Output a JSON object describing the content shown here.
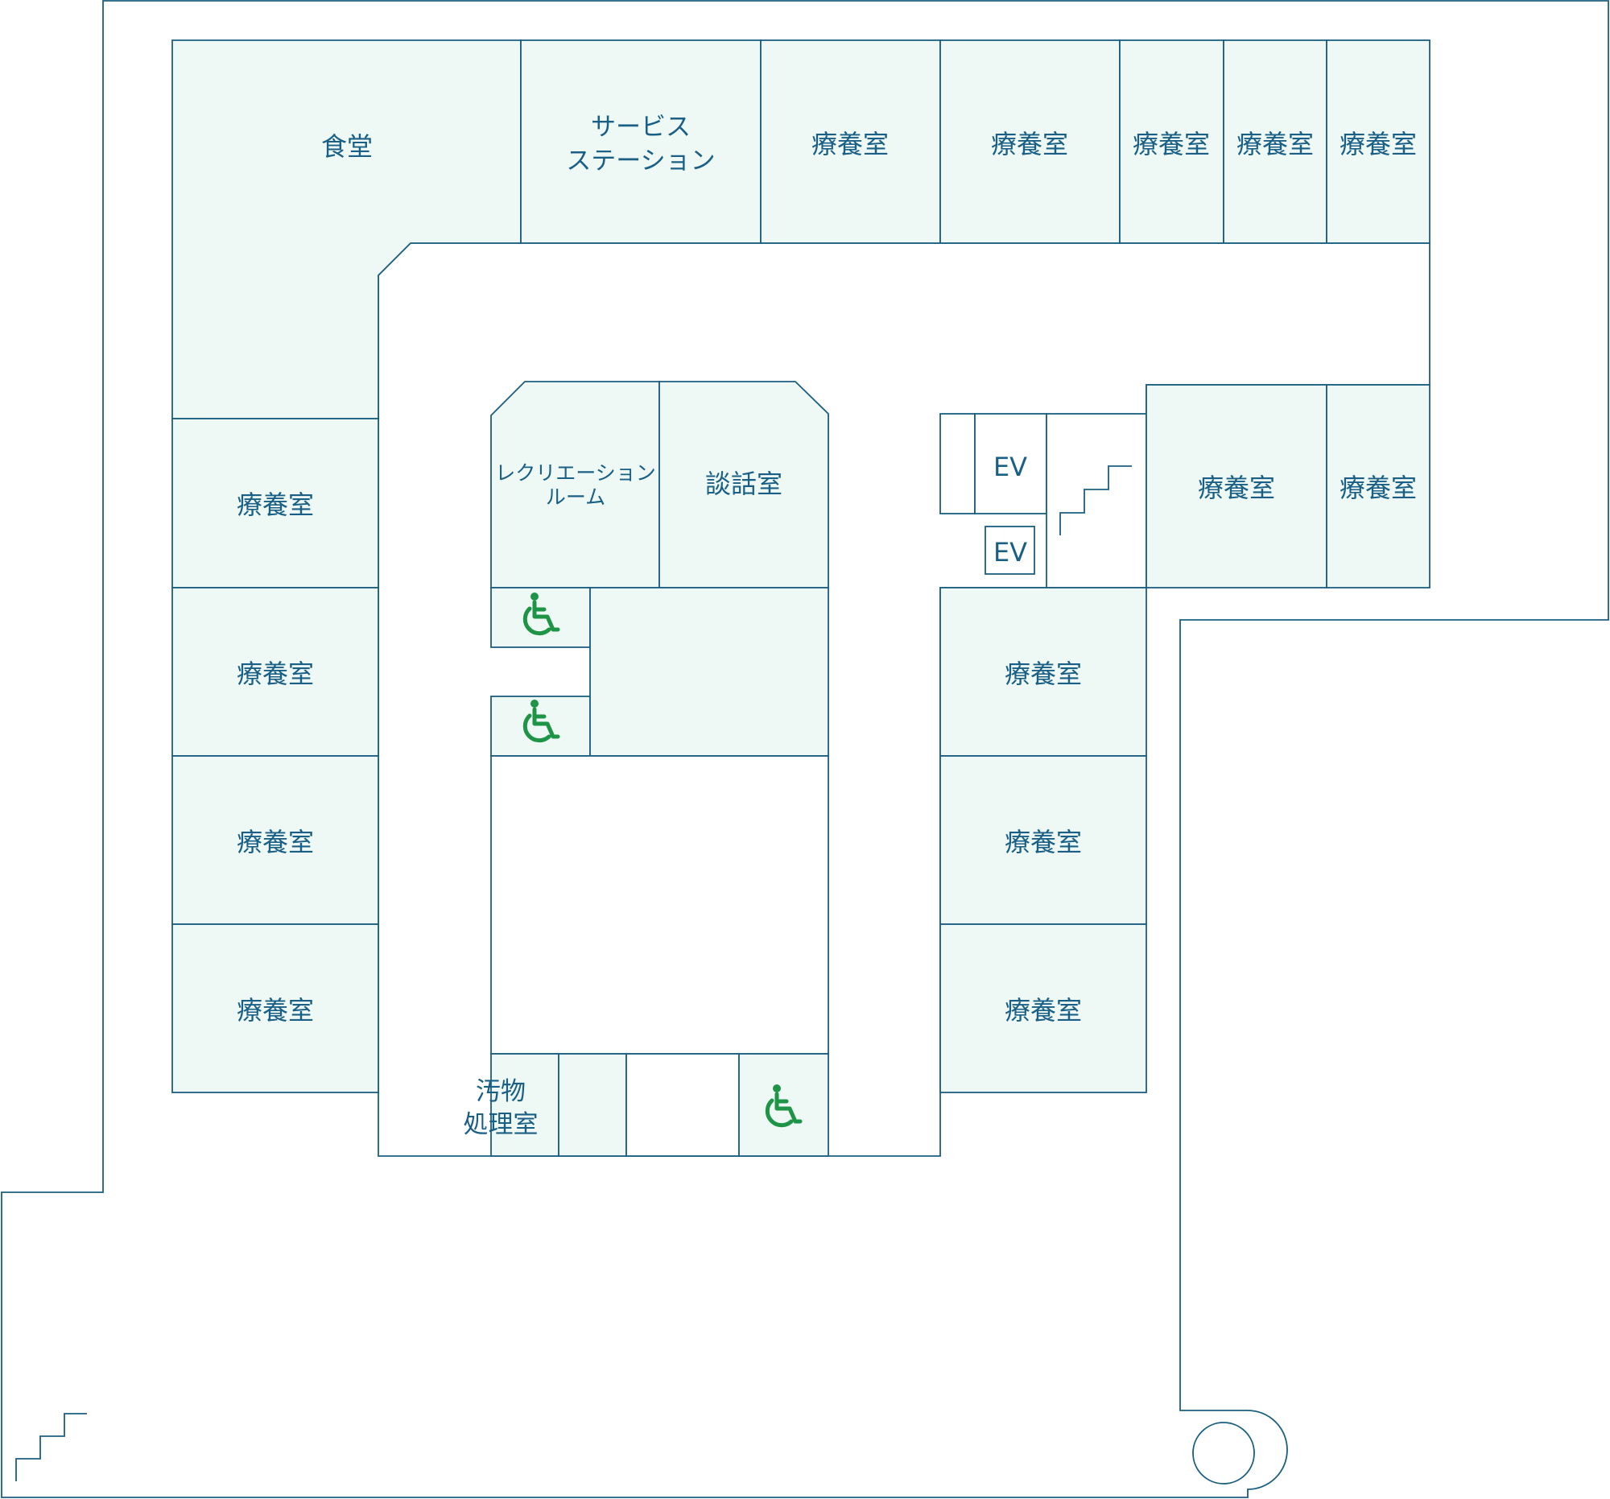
{
  "floor_plan": {
    "labels": {
      "dining": "食堂",
      "service_station": [
        "サービス",
        "ステーション"
      ],
      "care_room": "療養室",
      "recreation": [
        "レクリエーション",
        "ルーム"
      ],
      "lounge": "談話室",
      "elevator": "EV",
      "soiled_utility": [
        "汚物",
        "処理室"
      ]
    },
    "icons": {
      "accessible_toilet": "wheelchair-icon",
      "stairs": "stairs-icon"
    },
    "colors": {
      "line": "#1b5e80",
      "room_fill": "#eef8f4",
      "text": "#1a5f85",
      "accessible": "#1e9447"
    }
  }
}
